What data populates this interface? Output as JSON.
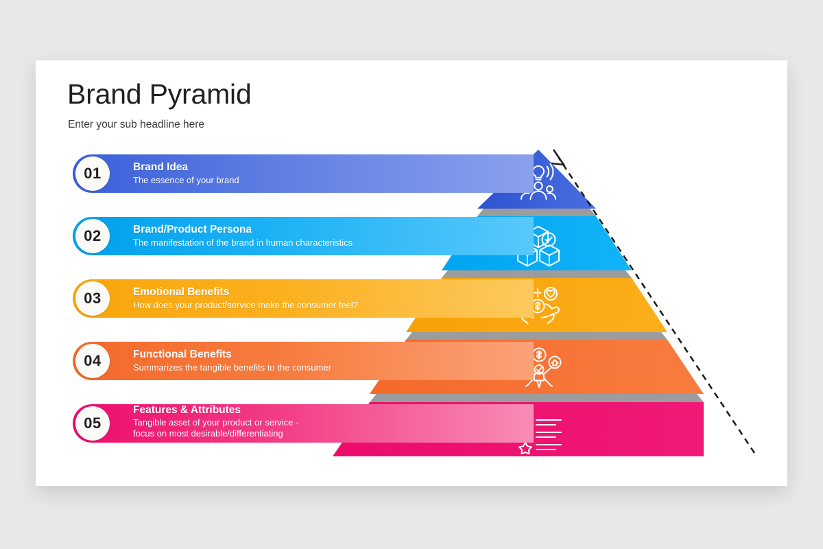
{
  "slide": {
    "title": "Brand Pyramid",
    "subtitle": "Enter your sub headline here",
    "background_color": "#e8e8e8",
    "card_color": "#ffffff"
  },
  "levels": [
    {
      "number": "01",
      "title": "Brand Idea",
      "description": "The essence  of your brand",
      "description_line2": "",
      "color": "#3a5fd9",
      "color_light": "#8ba1ed",
      "icon": "idea-broadcast-person-icon"
    },
    {
      "number": "02",
      "title": "Brand/Product Persona",
      "description": "The manifestation of the brand in human characteristics",
      "description_line2": "",
      "color": "#00a0ec",
      "color_light": "#58c8fb",
      "icon": "boxes-check-icon"
    },
    {
      "number": "03",
      "title": "Emotional Benefits",
      "description": "How does your product/service  make the consumer  feel?",
      "description_line2": "",
      "color": "#f9a50b",
      "color_light": "#fdc95e",
      "icon": "hands-coin-heart-icon"
    },
    {
      "number": "04",
      "title": "Functional Benefits",
      "description": "Summarizes the tangible benefits to the consumer",
      "description_line2": "",
      "color": "#f4692a",
      "color_light": "#fba278",
      "icon": "person-benefits-icon"
    },
    {
      "number": "05",
      "title": "Features & Attributes",
      "description": "Tangible asset of your product or service -",
      "description_line2": "focus on most desirable/differentiating",
      "color": "#ec0c6c",
      "color_light": "#f88cb6",
      "icon": "star-rating-list-icon"
    }
  ],
  "annotation": {
    "arrow": "dashed-upward-arrow",
    "direction": "bottom-right-to-apex"
  }
}
